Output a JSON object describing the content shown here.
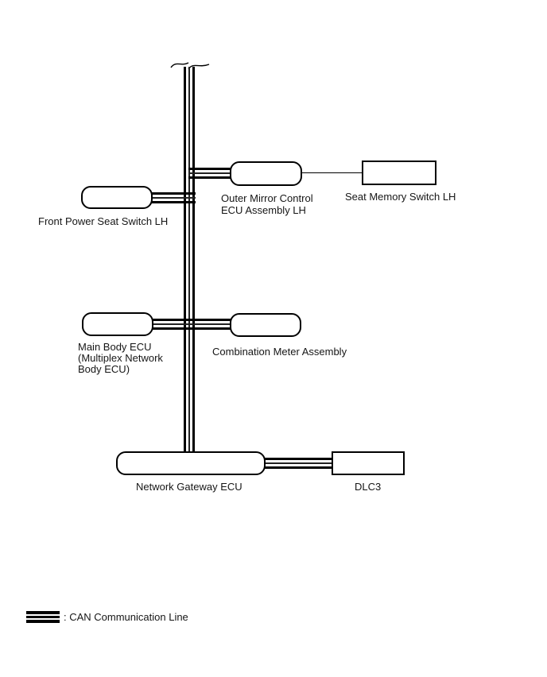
{
  "diagram": {
    "type": "can-network-topology",
    "nodes": {
      "front_power_seat": {
        "label": "Front Power Seat Switch LH",
        "shape": "rounded"
      },
      "outer_mirror": {
        "label": "Outer Mirror Control\nECU Assembly LH",
        "shape": "rounded"
      },
      "seat_memory": {
        "label": "Seat Memory Switch LH",
        "shape": "square"
      },
      "main_body": {
        "label": "Main Body ECU\n(Multiplex Network\nBody ECU)",
        "shape": "rounded"
      },
      "combination_meter": {
        "label": "Combination Meter Assembly",
        "shape": "rounded"
      },
      "network_gateway": {
        "label": "Network Gateway ECU",
        "shape": "rounded"
      },
      "dlc3": {
        "label": "DLC3",
        "shape": "square"
      }
    },
    "connections": [
      {
        "from": "CAN main bus",
        "to": "Front Power Seat Switch LH",
        "type": "CAN"
      },
      {
        "from": "CAN main bus",
        "to": "Outer Mirror Control ECU Assembly LH",
        "type": "CAN"
      },
      {
        "from": "Outer Mirror Control ECU Assembly LH",
        "to": "Seat Memory Switch LH",
        "type": "wire"
      },
      {
        "from": "CAN main bus",
        "to": "Main Body ECU (Multiplex Network Body ECU)",
        "type": "CAN"
      },
      {
        "from": "CAN main bus",
        "to": "Combination Meter Assembly",
        "type": "CAN"
      },
      {
        "from": "CAN main bus",
        "to": "Network Gateway ECU",
        "type": "CAN"
      },
      {
        "from": "Network Gateway ECU",
        "to": "DLC3",
        "type": "CAN"
      }
    ],
    "legend": {
      "label": ": CAN Communication Line"
    },
    "colors": {
      "line": "#000000",
      "text": "#161616",
      "background": "#ffffff"
    }
  }
}
